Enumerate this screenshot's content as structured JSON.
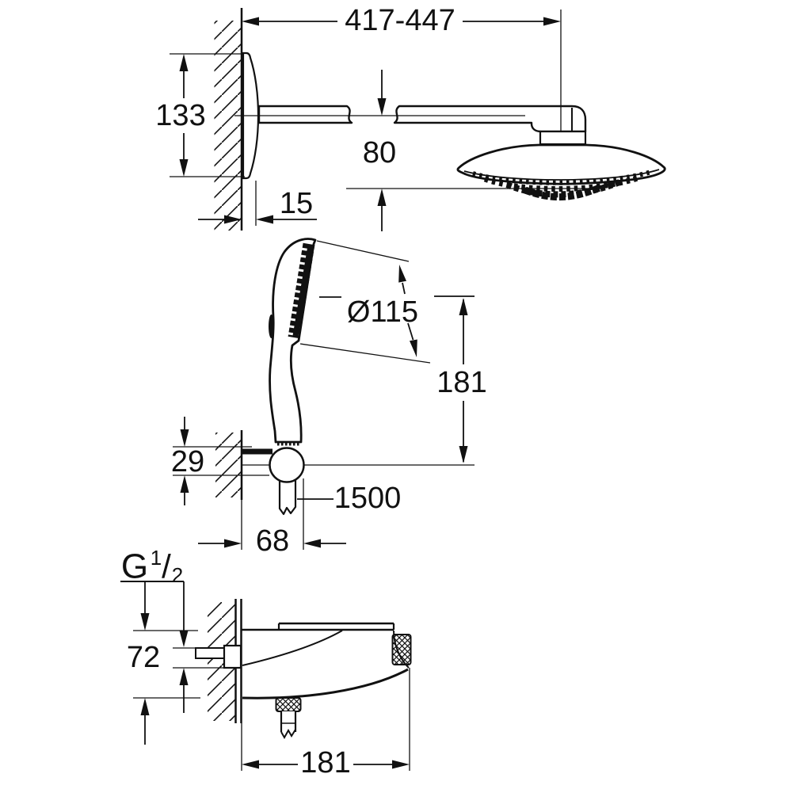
{
  "drawing": {
    "background": "#ffffff",
    "line_color": "#111111",
    "kind": "shower-system-dimension-drawing"
  },
  "overhead_shower": {
    "reach_range": "417-447",
    "wall_plate_height": "133",
    "wall_plate_depth": "15",
    "head_drop": "80"
  },
  "hand_shower": {
    "head_diameter": "Ø115",
    "length": "181",
    "holder_height": "29",
    "holder_depth": "68",
    "hose_length": "1500"
  },
  "mixer": {
    "thread_prefix": "G",
    "thread_numerator": "1",
    "thread_slash": "/",
    "thread_denominator": "2",
    "height": "72",
    "width": "181"
  }
}
